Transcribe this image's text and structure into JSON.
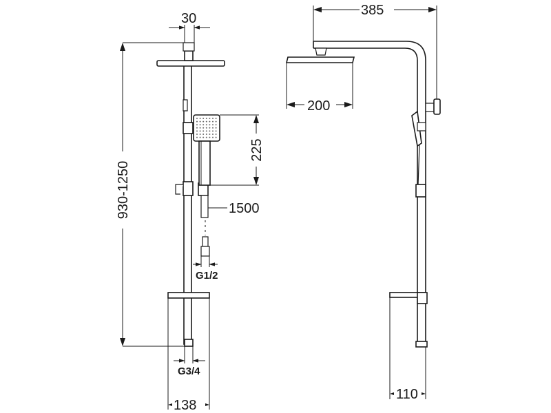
{
  "dimensions": {
    "top_width": "30",
    "total_height": "930-1250",
    "hand_shower_height": "225",
    "hose_length": "1500",
    "hose_thread": "G1/2",
    "inlet_thread": "G3/4",
    "bottom_width": "138",
    "arm_reach": "385",
    "head_diameter": "200",
    "wall_distance": "110"
  },
  "colors": {
    "line": "#1a1a1a",
    "dots": "#6a6a6a",
    "background": "#ffffff"
  }
}
